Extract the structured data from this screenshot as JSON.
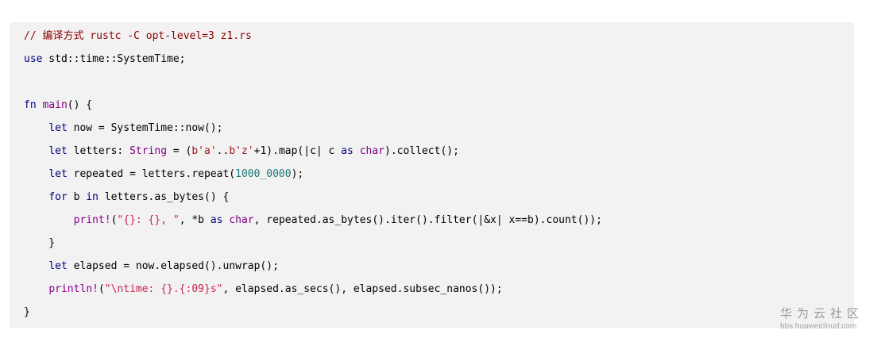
{
  "code": {
    "lines": [
      [
        {
          "t": "// 编译方式 rustc -C opt-level=3 z1.rs",
          "c": "comment"
        }
      ],
      [
        {
          "t": "use",
          "c": "kw"
        },
        {
          "t": " std::time::SystemTime;",
          "c": "plain"
        }
      ],
      [],
      [
        {
          "t": "fn",
          "c": "kw"
        },
        {
          "t": " main",
          "c": "ty"
        },
        {
          "t": "() {",
          "c": "plain"
        }
      ],
      [
        {
          "t": "    ",
          "c": "plain"
        },
        {
          "t": "let",
          "c": "kw"
        },
        {
          "t": " now = SystemTime::now();",
          "c": "plain"
        }
      ],
      [
        {
          "t": "    ",
          "c": "plain"
        },
        {
          "t": "let",
          "c": "kw"
        },
        {
          "t": " letters: ",
          "c": "plain"
        },
        {
          "t": "String",
          "c": "ty"
        },
        {
          "t": " = (",
          "c": "plain"
        },
        {
          "t": "b'a'",
          "c": "byte"
        },
        {
          "t": "..",
          "c": "plain"
        },
        {
          "t": "b'z'",
          "c": "byte"
        },
        {
          "t": "+1).map(|c| c ",
          "c": "plain"
        },
        {
          "t": "as",
          "c": "kw"
        },
        {
          "t": " ",
          "c": "plain"
        },
        {
          "t": "char",
          "c": "ty"
        },
        {
          "t": ").collect();",
          "c": "plain"
        }
      ],
      [
        {
          "t": "    ",
          "c": "plain"
        },
        {
          "t": "let",
          "c": "kw"
        },
        {
          "t": " repeated = letters.repeat(",
          "c": "plain"
        },
        {
          "t": "1000_0000",
          "c": "num"
        },
        {
          "t": ");",
          "c": "plain"
        }
      ],
      [
        {
          "t": "    ",
          "c": "plain"
        },
        {
          "t": "for",
          "c": "kw"
        },
        {
          "t": " b ",
          "c": "plain"
        },
        {
          "t": "in",
          "c": "kw"
        },
        {
          "t": " letters.as_bytes() {",
          "c": "plain"
        }
      ],
      [
        {
          "t": "        ",
          "c": "plain"
        },
        {
          "t": "print!",
          "c": "macro"
        },
        {
          "t": "(",
          "c": "plain"
        },
        {
          "t": "\"{}: {}, \"",
          "c": "str"
        },
        {
          "t": ", *b ",
          "c": "plain"
        },
        {
          "t": "as",
          "c": "kw"
        },
        {
          "t": " ",
          "c": "plain"
        },
        {
          "t": "char",
          "c": "ty"
        },
        {
          "t": ", repeated.as_bytes().iter().filter(|&x| x==b).count());",
          "c": "plain"
        }
      ],
      [
        {
          "t": "    }",
          "c": "plain"
        }
      ],
      [
        {
          "t": "    ",
          "c": "plain"
        },
        {
          "t": "let",
          "c": "kw"
        },
        {
          "t": " elapsed = now.elapsed().unwrap();",
          "c": "plain"
        }
      ],
      [
        {
          "t": "    ",
          "c": "plain"
        },
        {
          "t": "println!",
          "c": "macro"
        },
        {
          "t": "(",
          "c": "plain"
        },
        {
          "t": "\"\\ntime: {}.{:09}s\"",
          "c": "str"
        },
        {
          "t": ", elapsed.as_secs(), elapsed.subsec_nanos());",
          "c": "plain"
        }
      ],
      [
        {
          "t": "}",
          "c": "plain"
        }
      ]
    ]
  },
  "watermark": {
    "title": "华为云社区",
    "url": "bbs.huaweicloud.com"
  },
  "colors": {
    "background": "#f2f2f2",
    "comment": "#8b0000",
    "keyword": "#000080",
    "type": "#800080",
    "string": "#c7254e",
    "number": "#1a7a7a"
  }
}
